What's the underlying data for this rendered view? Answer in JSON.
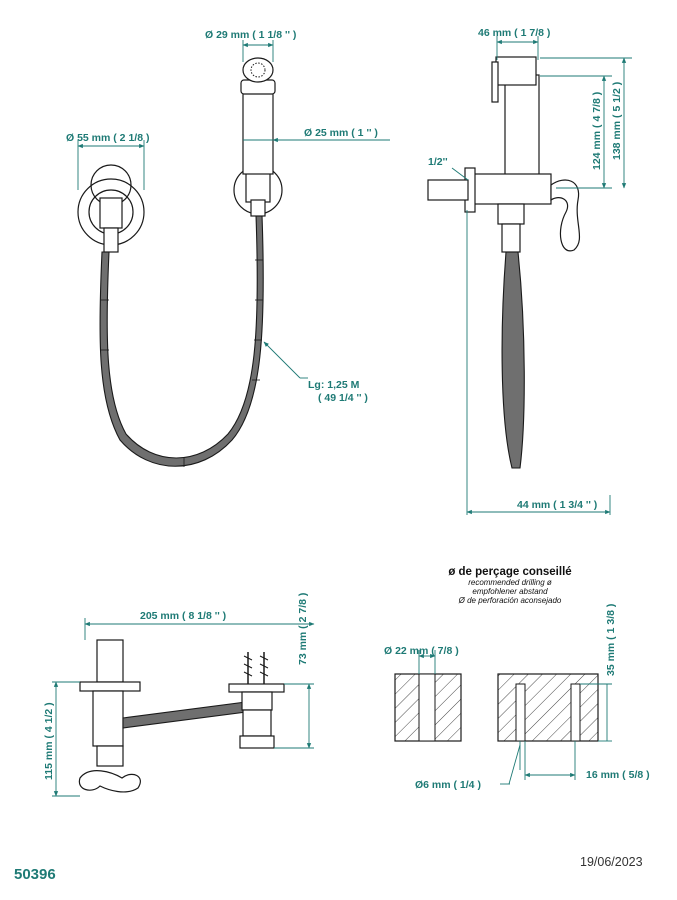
{
  "product": {
    "code": "50396",
    "date": "19/06/2023"
  },
  "front_view": {
    "head_diameter": "Ø  29 mm  ( 1 1/8 '' )",
    "rosette_diameter": "Ø  55 mm  ( 2 1/8 )",
    "handle_diameter": "Ø  25 mm  ( 1 '' )",
    "hose_length_line1": "Lg: 1,25 M",
    "hose_length_line2": "( 49 1/4 '' )"
  },
  "side_view": {
    "top_width": "46 mm  ( 1 7/8 )",
    "inlet": "1/2''",
    "height_124": "124 mm  ( 4 7/8 )",
    "height_138": "138 mm  ( 5 1/2 )",
    "bottom_width": "44 mm  ( 1 3/4 '' )"
  },
  "top_view": {
    "width": "205 mm  ( 8 1/8 '' )",
    "right_height": "73 mm  ( 2 7/8 )",
    "left_height": "115 mm  ( 4 1/2 )"
  },
  "drilling": {
    "title": "ø de perçage conseillé",
    "sub_en": "recommended drilling ø",
    "sub_de": "empfohlener abstand",
    "sub_es": "Ø de perforación aconsejado",
    "hole_22": "Ø  22 mm  ( 7/8 )",
    "depth_35": "35 mm  ( 1 3/8 )",
    "hole_6": "Ø6 mm  ( 1/4 )",
    "spacing_16": "16 mm  ( 5/8 )"
  },
  "colors": {
    "dimension": "#1e7a75",
    "outline": "#1a1a1a",
    "hose": "#6f6f6f"
  }
}
